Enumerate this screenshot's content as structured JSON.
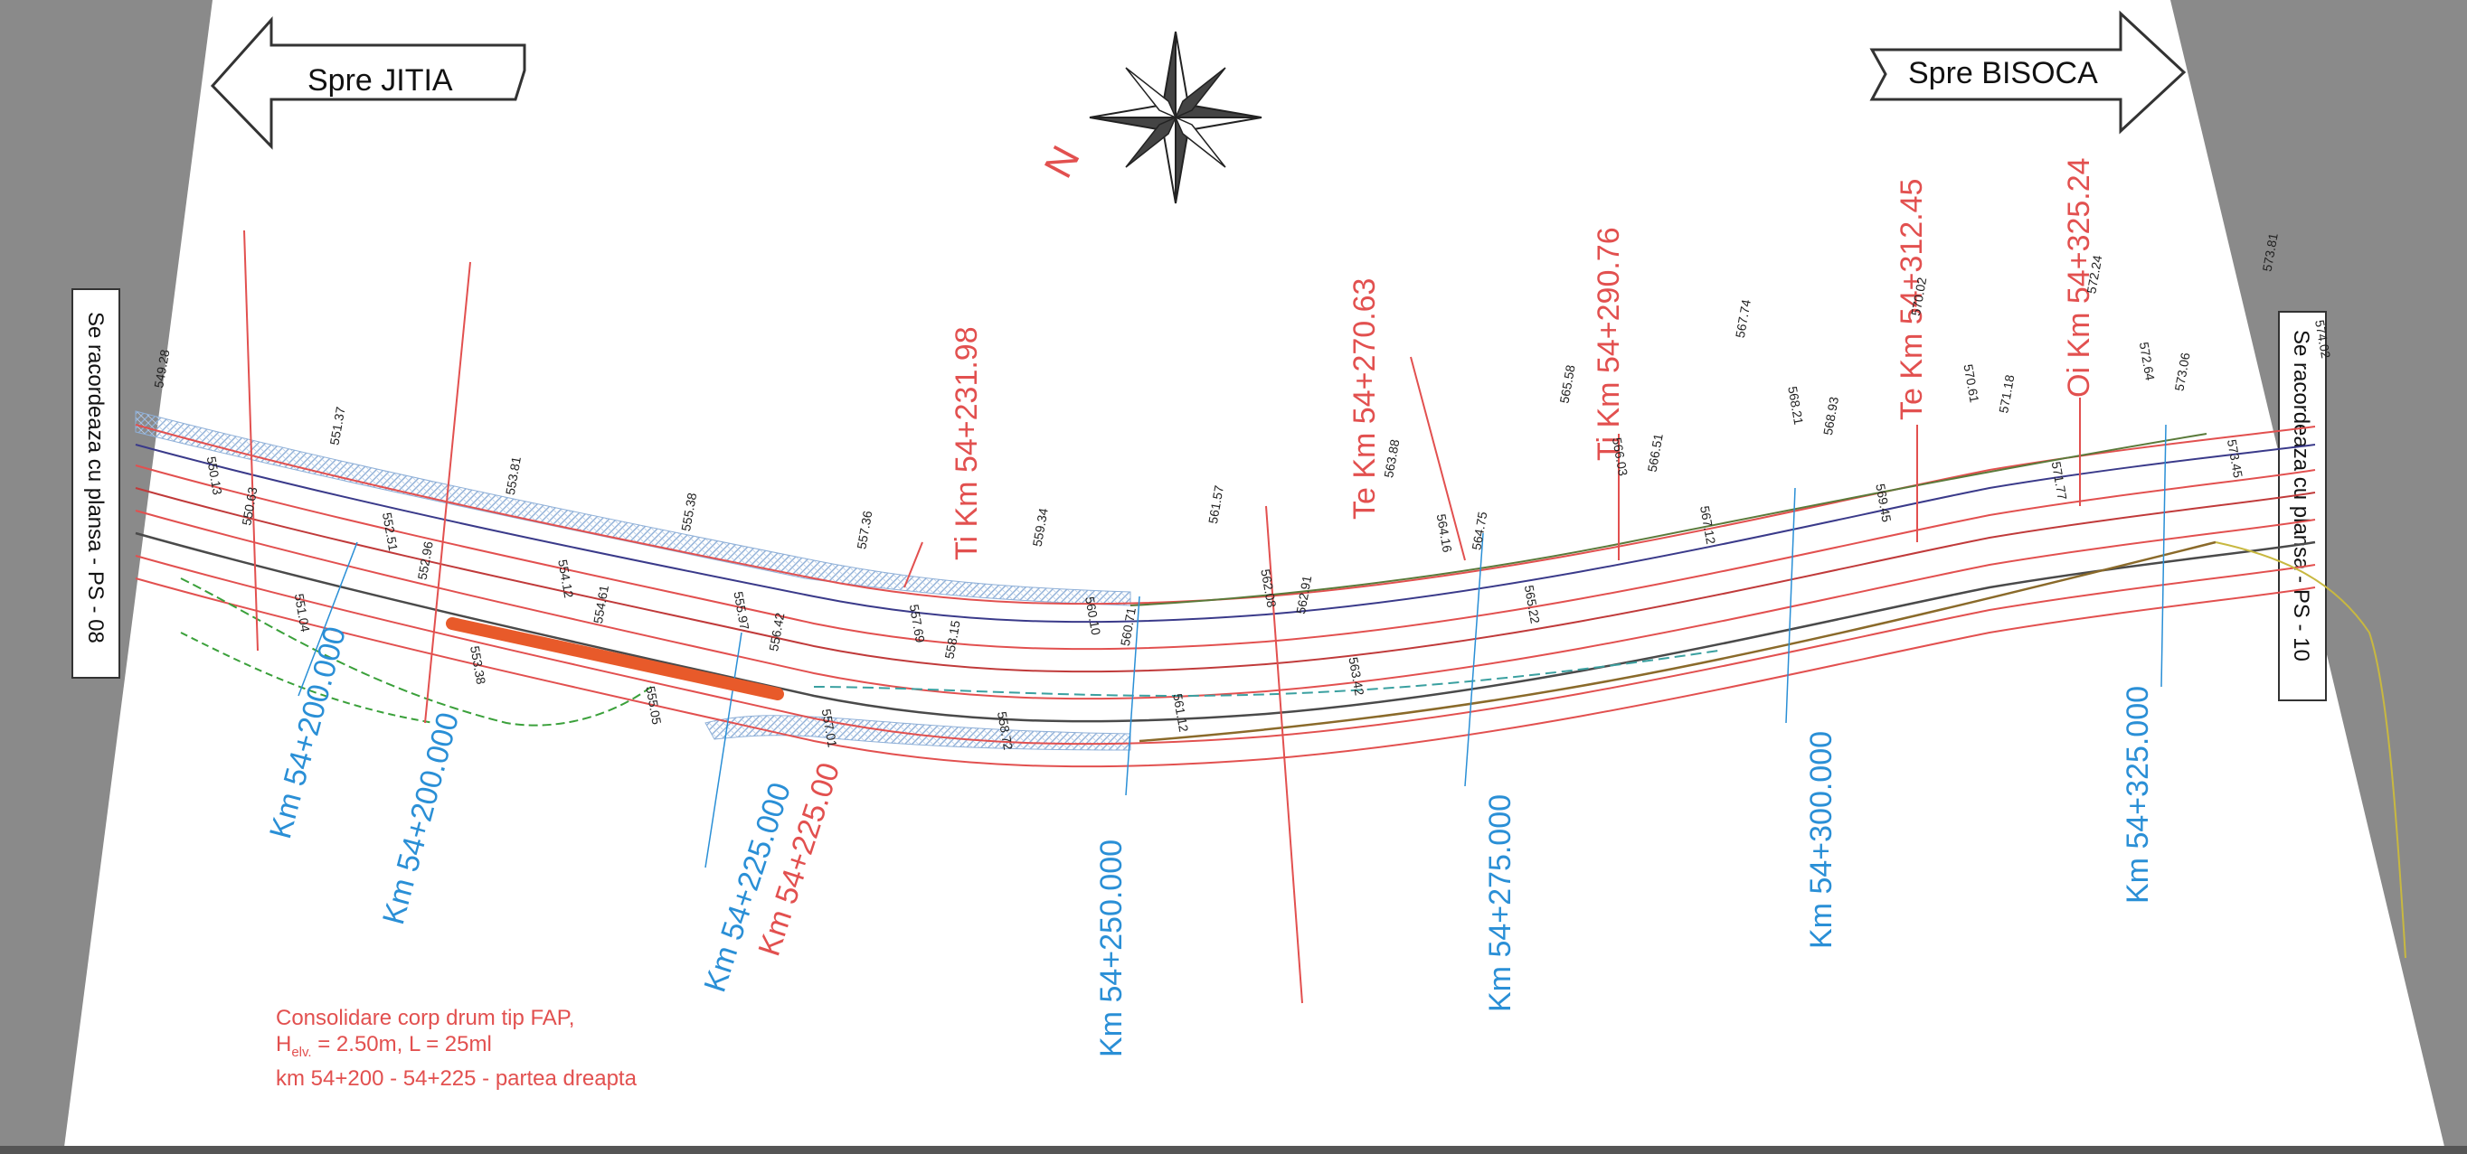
{
  "directions": {
    "left": "Spre JITIA",
    "right": "Spre BISOCA"
  },
  "compass": {
    "north_label": "N"
  },
  "side_notes": {
    "left": "Se racordeaza cu plansa - PS - 08",
    "right": "Se racordeaza cu plansa - PS - 10"
  },
  "chainage_labels": [
    "Km 54+200.000",
    "Km 54+225.000",
    "Km 54+250.000",
    "Km 54+275.000",
    "Km 54+300.000",
    "Km 54+325.000"
  ],
  "overlay_labels": [
    "Km 54+200.000",
    "Km 54+225.00"
  ],
  "curve_points": [
    "Ti Km 54+231.98",
    "Te Km 54+270.63",
    "Ti Km 54+290.76",
    "Te Km 54+312.45",
    "Oi Km 54+325.24"
  ],
  "consolidation_note": {
    "line1": "Consolidare corp drum tip FAP,",
    "h_label": "H",
    "h_sub": "elv.",
    "h_rest": " = 2.50m, L = 25ml",
    "line3": "km 54+200 - 54+225 - partea dreapta"
  },
  "elevations": [
    "549.28",
    "550.13",
    "550.63",
    "551.04",
    "551.37",
    "552.51",
    "552.96",
    "553.38",
    "553.81",
    "554.12",
    "554.61",
    "555.05",
    "555.38",
    "555.97",
    "556.42",
    "557.01",
    "557.36",
    "557.69",
    "558.15",
    "558.72",
    "559.34",
    "560.10",
    "560.71",
    "561.12",
    "561.57",
    "562.08",
    "562.91",
    "563.42",
    "563.88",
    "564.16",
    "564.75",
    "565.22",
    "565.58",
    "566.03",
    "566.51",
    "567.12",
    "567.74",
    "568.21",
    "568.93",
    "569.45",
    "570.02",
    "570.61",
    "571.18",
    "571.77",
    "572.24",
    "572.64",
    "573.06",
    "573.45",
    "573.81",
    "574.02"
  ],
  "colors": {
    "blue_label": "#2a8fd6",
    "red_label": "#e2504f",
    "consolidation_bar": "#e85a2a",
    "hatch": "#8fb0d8",
    "margin_gray": "#8a8a8a"
  }
}
